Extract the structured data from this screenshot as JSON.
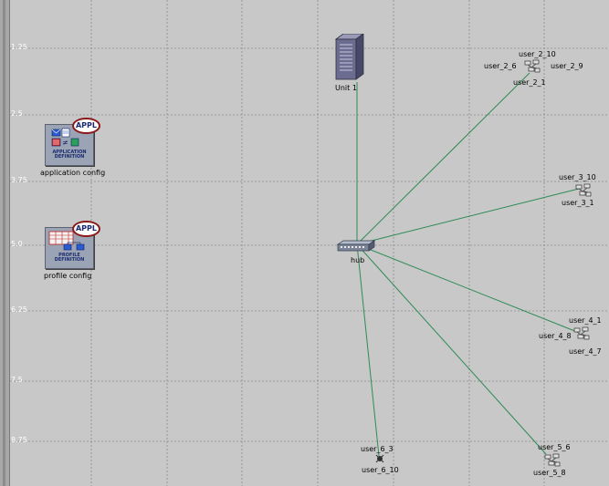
{
  "ruler": {
    "labels": [
      "1.25",
      "2.5",
      "3.75",
      "5.0",
      "6.25",
      "7.5",
      "8.75"
    ]
  },
  "config_nodes": {
    "application": {
      "badge": "APPL",
      "caption": "APPLICATION DEFINITION",
      "label": "application config"
    },
    "profile": {
      "badge": "APPL",
      "caption": "PROFILE DEFINITION",
      "label": "profile config"
    }
  },
  "server": {
    "label": "Unit 1"
  },
  "hub": {
    "label": "hub"
  },
  "subnets": {
    "user_2": {
      "labels": [
        "user_2_10",
        "user_2_6",
        "user_2_9",
        "user_2_1"
      ]
    },
    "user_3": {
      "labels": [
        "user_3_10",
        "user_3_1"
      ]
    },
    "user_4": {
      "labels": [
        "user_4_1",
        "user_4_8",
        "user_4_7"
      ]
    },
    "user_5": {
      "labels": [
        "user_5_6",
        "user_5_8"
      ]
    },
    "user_6": {
      "labels": [
        "user_6_3",
        "user_6_10"
      ]
    }
  },
  "colors": {
    "background": "#c8c8c8",
    "grid_line": "#8a8a8a",
    "link": "#2e8b57",
    "ruler_label": "#ffffff"
  },
  "icons": {
    "server": "server-tower-icon",
    "hub": "hub-icon",
    "workstation_cluster": "workstation-cluster-icon",
    "application_config": "application-definition-icon",
    "profile_config": "profile-definition-icon"
  }
}
